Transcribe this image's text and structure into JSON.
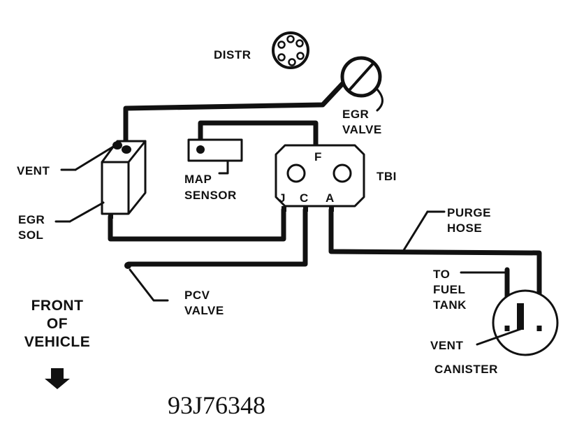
{
  "labels": {
    "distr": "DISTR",
    "egr_valve_1": "EGR",
    "egr_valve_2": "VALVE",
    "vent_left": "VENT",
    "map_1": "MAP",
    "map_2": "SENSOR",
    "port_f": "F",
    "tbi": "TBI",
    "port_j": "J",
    "port_c": "C",
    "port_a": "A",
    "egr_sol_1": "EGR",
    "egr_sol_2": "SOL",
    "purge_1": "PURGE",
    "purge_2": "HOSE",
    "pcv_1": "PCV",
    "pcv_2": "VALVE",
    "front_1": "FRONT",
    "front_2": "OF",
    "front_3": "VEHICLE",
    "fuel_1": "TO",
    "fuel_2": "FUEL",
    "fuel_3": "TANK",
    "vent_canister": "VENT",
    "canister": "CANISTER",
    "figure_code": "93J76348"
  },
  "colors": {
    "ink": "#111111",
    "paper": "#ffffff"
  },
  "icons": {
    "direction": "down-arrow-icon"
  }
}
